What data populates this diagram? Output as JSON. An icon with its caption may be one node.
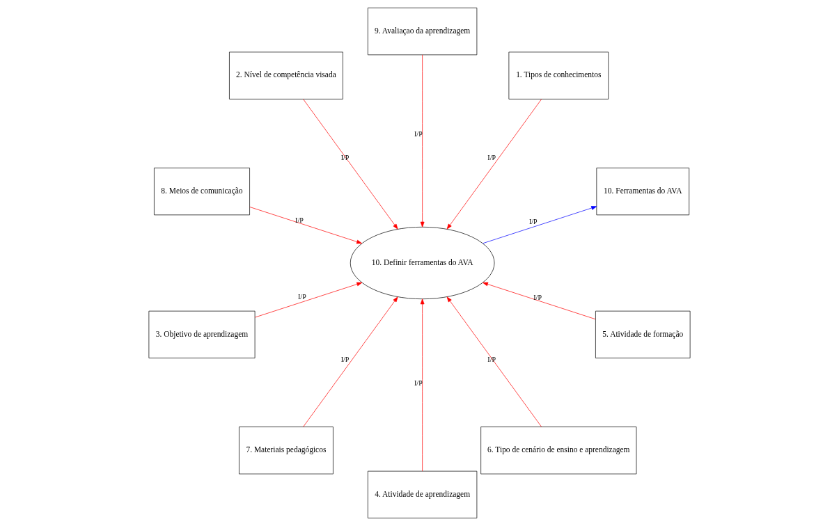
{
  "diagram": {
    "nodes": [
      {
        "text": [
          "10. Ferramentas do AVA"
        ]
      },
      {
        "text": [
          "1. Tipos de conhecimentos"
        ]
      },
      {
        "text": [
          "9. Avaliaçao da aprendizagem"
        ]
      },
      {
        "text": [
          "2. Nível de competência visada"
        ]
      },
      {
        "text": [
          "8. Meios de comunicação"
        ]
      },
      {
        "text": [
          "10. Definir ferramentas do AVA"
        ]
      },
      {
        "text": [
          "3. Objetivo de aprendizagem"
        ]
      },
      {
        "text": [
          "7. Materiais pedagógicos"
        ]
      },
      {
        "text": [
          "4. Atividade de aprendizagem"
        ]
      },
      {
        "text": [
          "6. Tipo de cenário de ensino e aprendizagem"
        ]
      },
      {
        "text": [
          "5. Atividade de formação"
        ]
      }
    ],
    "edges": [
      {
        "from": 5,
        "to": 0,
        "arrow": "to",
        "label": "I/P",
        "color": "#0000ff"
      },
      {
        "from": 1,
        "to": 5,
        "arrow": "to",
        "label": "I/P"
      },
      {
        "from": 3,
        "to": 5,
        "arrow": "to",
        "label": "I/P"
      },
      {
        "from": 6,
        "to": 5,
        "arrow": "to",
        "label": "I/P"
      },
      {
        "from": 8,
        "to": 5,
        "arrow": "to",
        "label": "I/P"
      },
      {
        "from": 10,
        "to": 5,
        "arrow": "to",
        "label": "I/P"
      },
      {
        "from": 9,
        "to": 5,
        "arrow": "to",
        "label": "I/P"
      },
      {
        "from": 7,
        "to": 5,
        "arrow": "to",
        "label": "I/P"
      },
      {
        "from": 4,
        "to": 5,
        "arrow": "to",
        "label": "I/P"
      },
      {
        "from": 2,
        "to": 5,
        "arrow": "to",
        "label": "I/P"
      }
    ]
  }
}
